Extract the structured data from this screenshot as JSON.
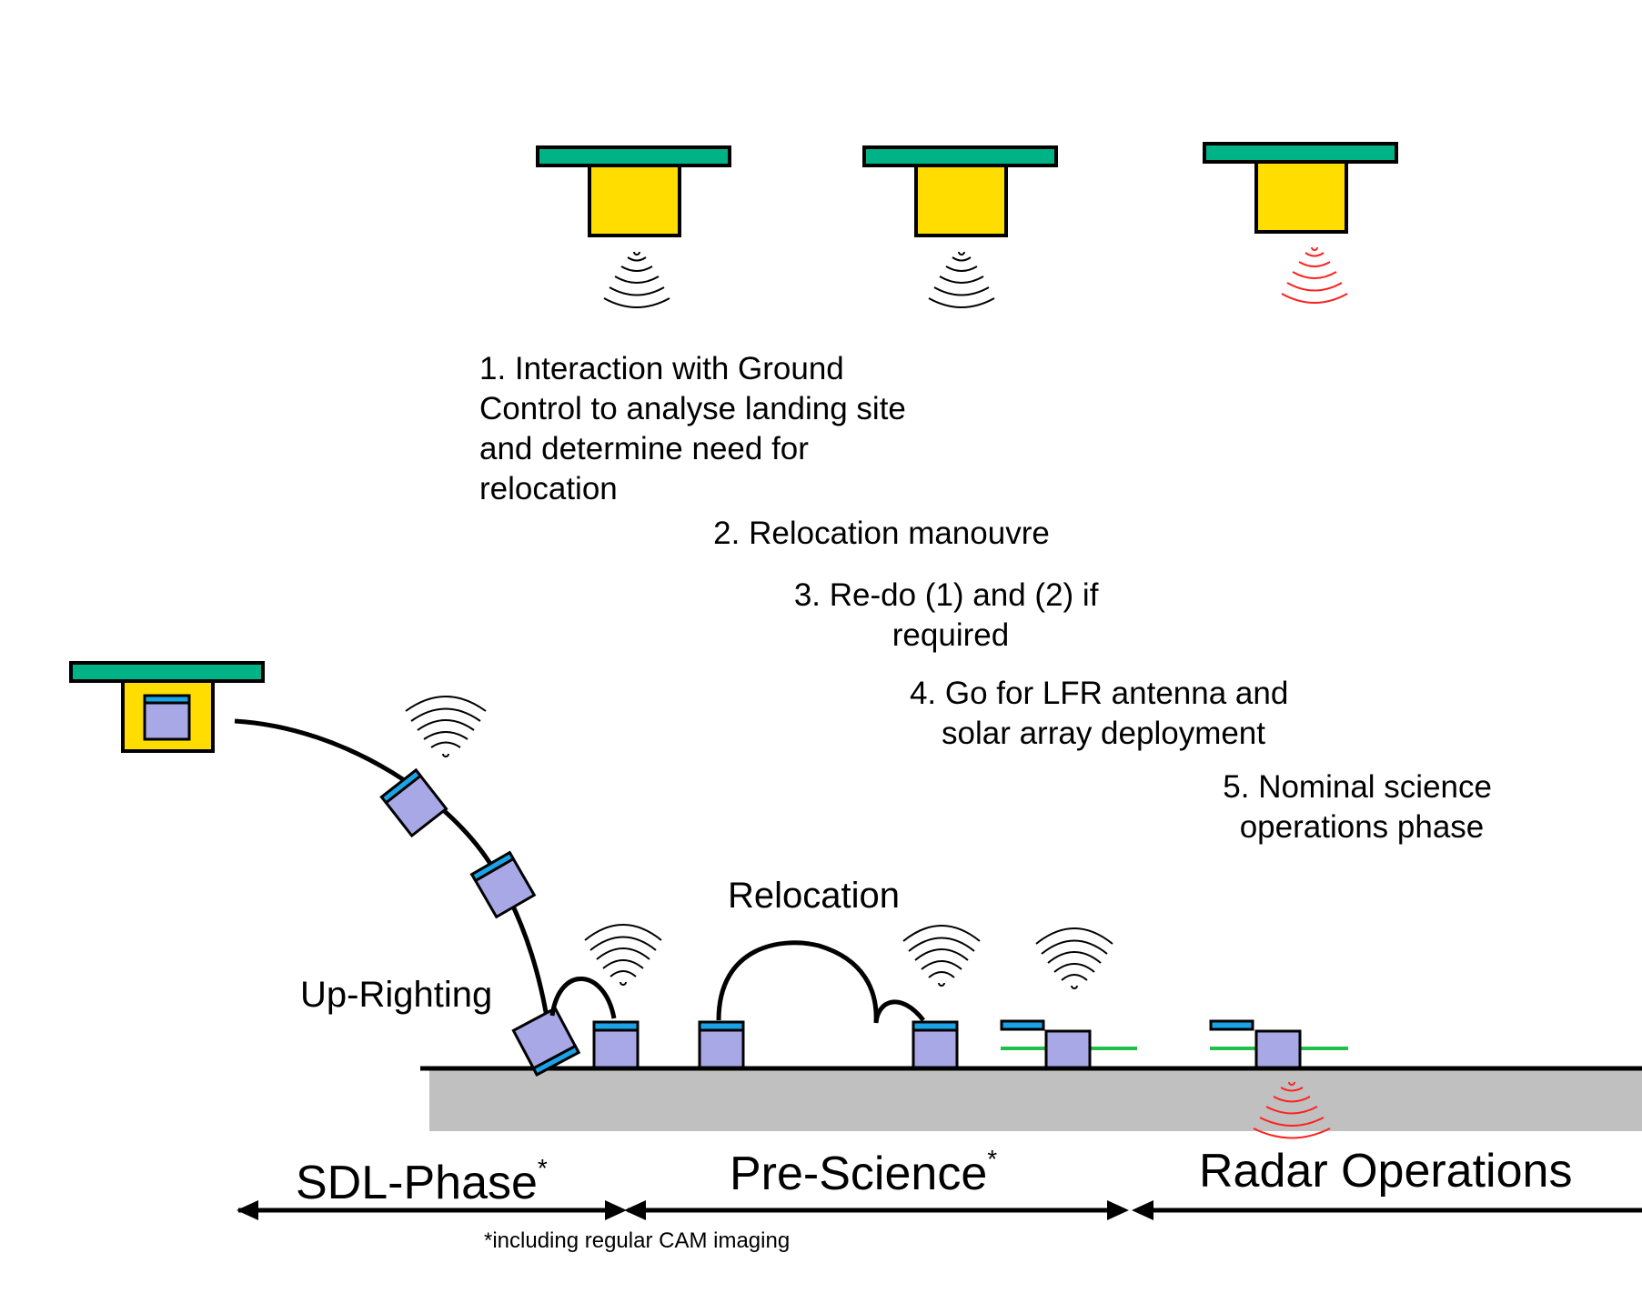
{
  "colors": {
    "orbiter_panel": "#00b386",
    "orbiter_body": "#ffdd00",
    "lander_body": "#a8a8e6",
    "lander_top": "#1aa3e6",
    "ground": "#c0c0c0",
    "radar_wave": "#ff2020",
    "comm_wave": "#000000",
    "solar_array": "#1fbf4a"
  },
  "steps": [
    {
      "lines": [
        "1. Interaction with Ground",
        "Control to analyse landing site",
        "and determine need for",
        "relocation"
      ]
    },
    {
      "lines": [
        "2. Relocation manouvre"
      ]
    },
    {
      "lines": [
        "3. Re-do (1) and (2) if",
        "required"
      ]
    },
    {
      "lines": [
        "4. Go for LFR antenna and",
        "solar array deployment"
      ]
    },
    {
      "lines": [
        "5. Nominal science",
        "operations phase"
      ]
    }
  ],
  "labels": {
    "relocation": "Relocation",
    "up_righting": "Up-Righting"
  },
  "phases": [
    {
      "label": "SDL-Phase",
      "sup": "*"
    },
    {
      "label": "Pre-Science",
      "sup": "*"
    },
    {
      "label": "Radar Operations",
      "sup": ""
    }
  ],
  "footnote": "*including regular CAM imaging",
  "icons": [
    "orbiter-icon",
    "lander-icon",
    "comm-wave-icon",
    "radar-wave-icon",
    "solar-array-icon"
  ]
}
